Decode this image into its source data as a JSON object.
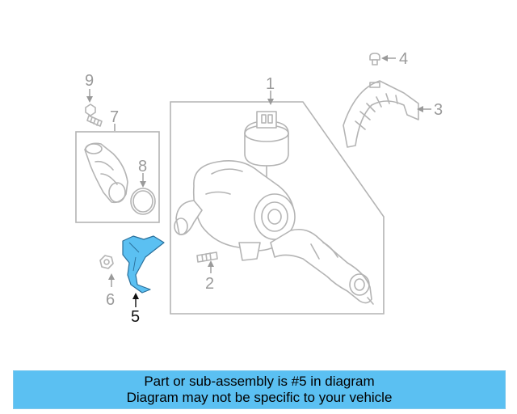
{
  "diagram": {
    "callouts": {
      "c1": "1",
      "c2": "2",
      "c3": "3",
      "c4": "4",
      "c5": "5",
      "c6": "6",
      "c7": "7",
      "c8": "8",
      "c9": "9"
    },
    "highlight_color": "#5bc0f2",
    "highlighted_part": "5"
  },
  "banner": {
    "line1": "Part or sub-assembly is #5 in diagram",
    "line2": "Diagram may not be specific to your vehicle",
    "background": "#5bc0f2"
  }
}
